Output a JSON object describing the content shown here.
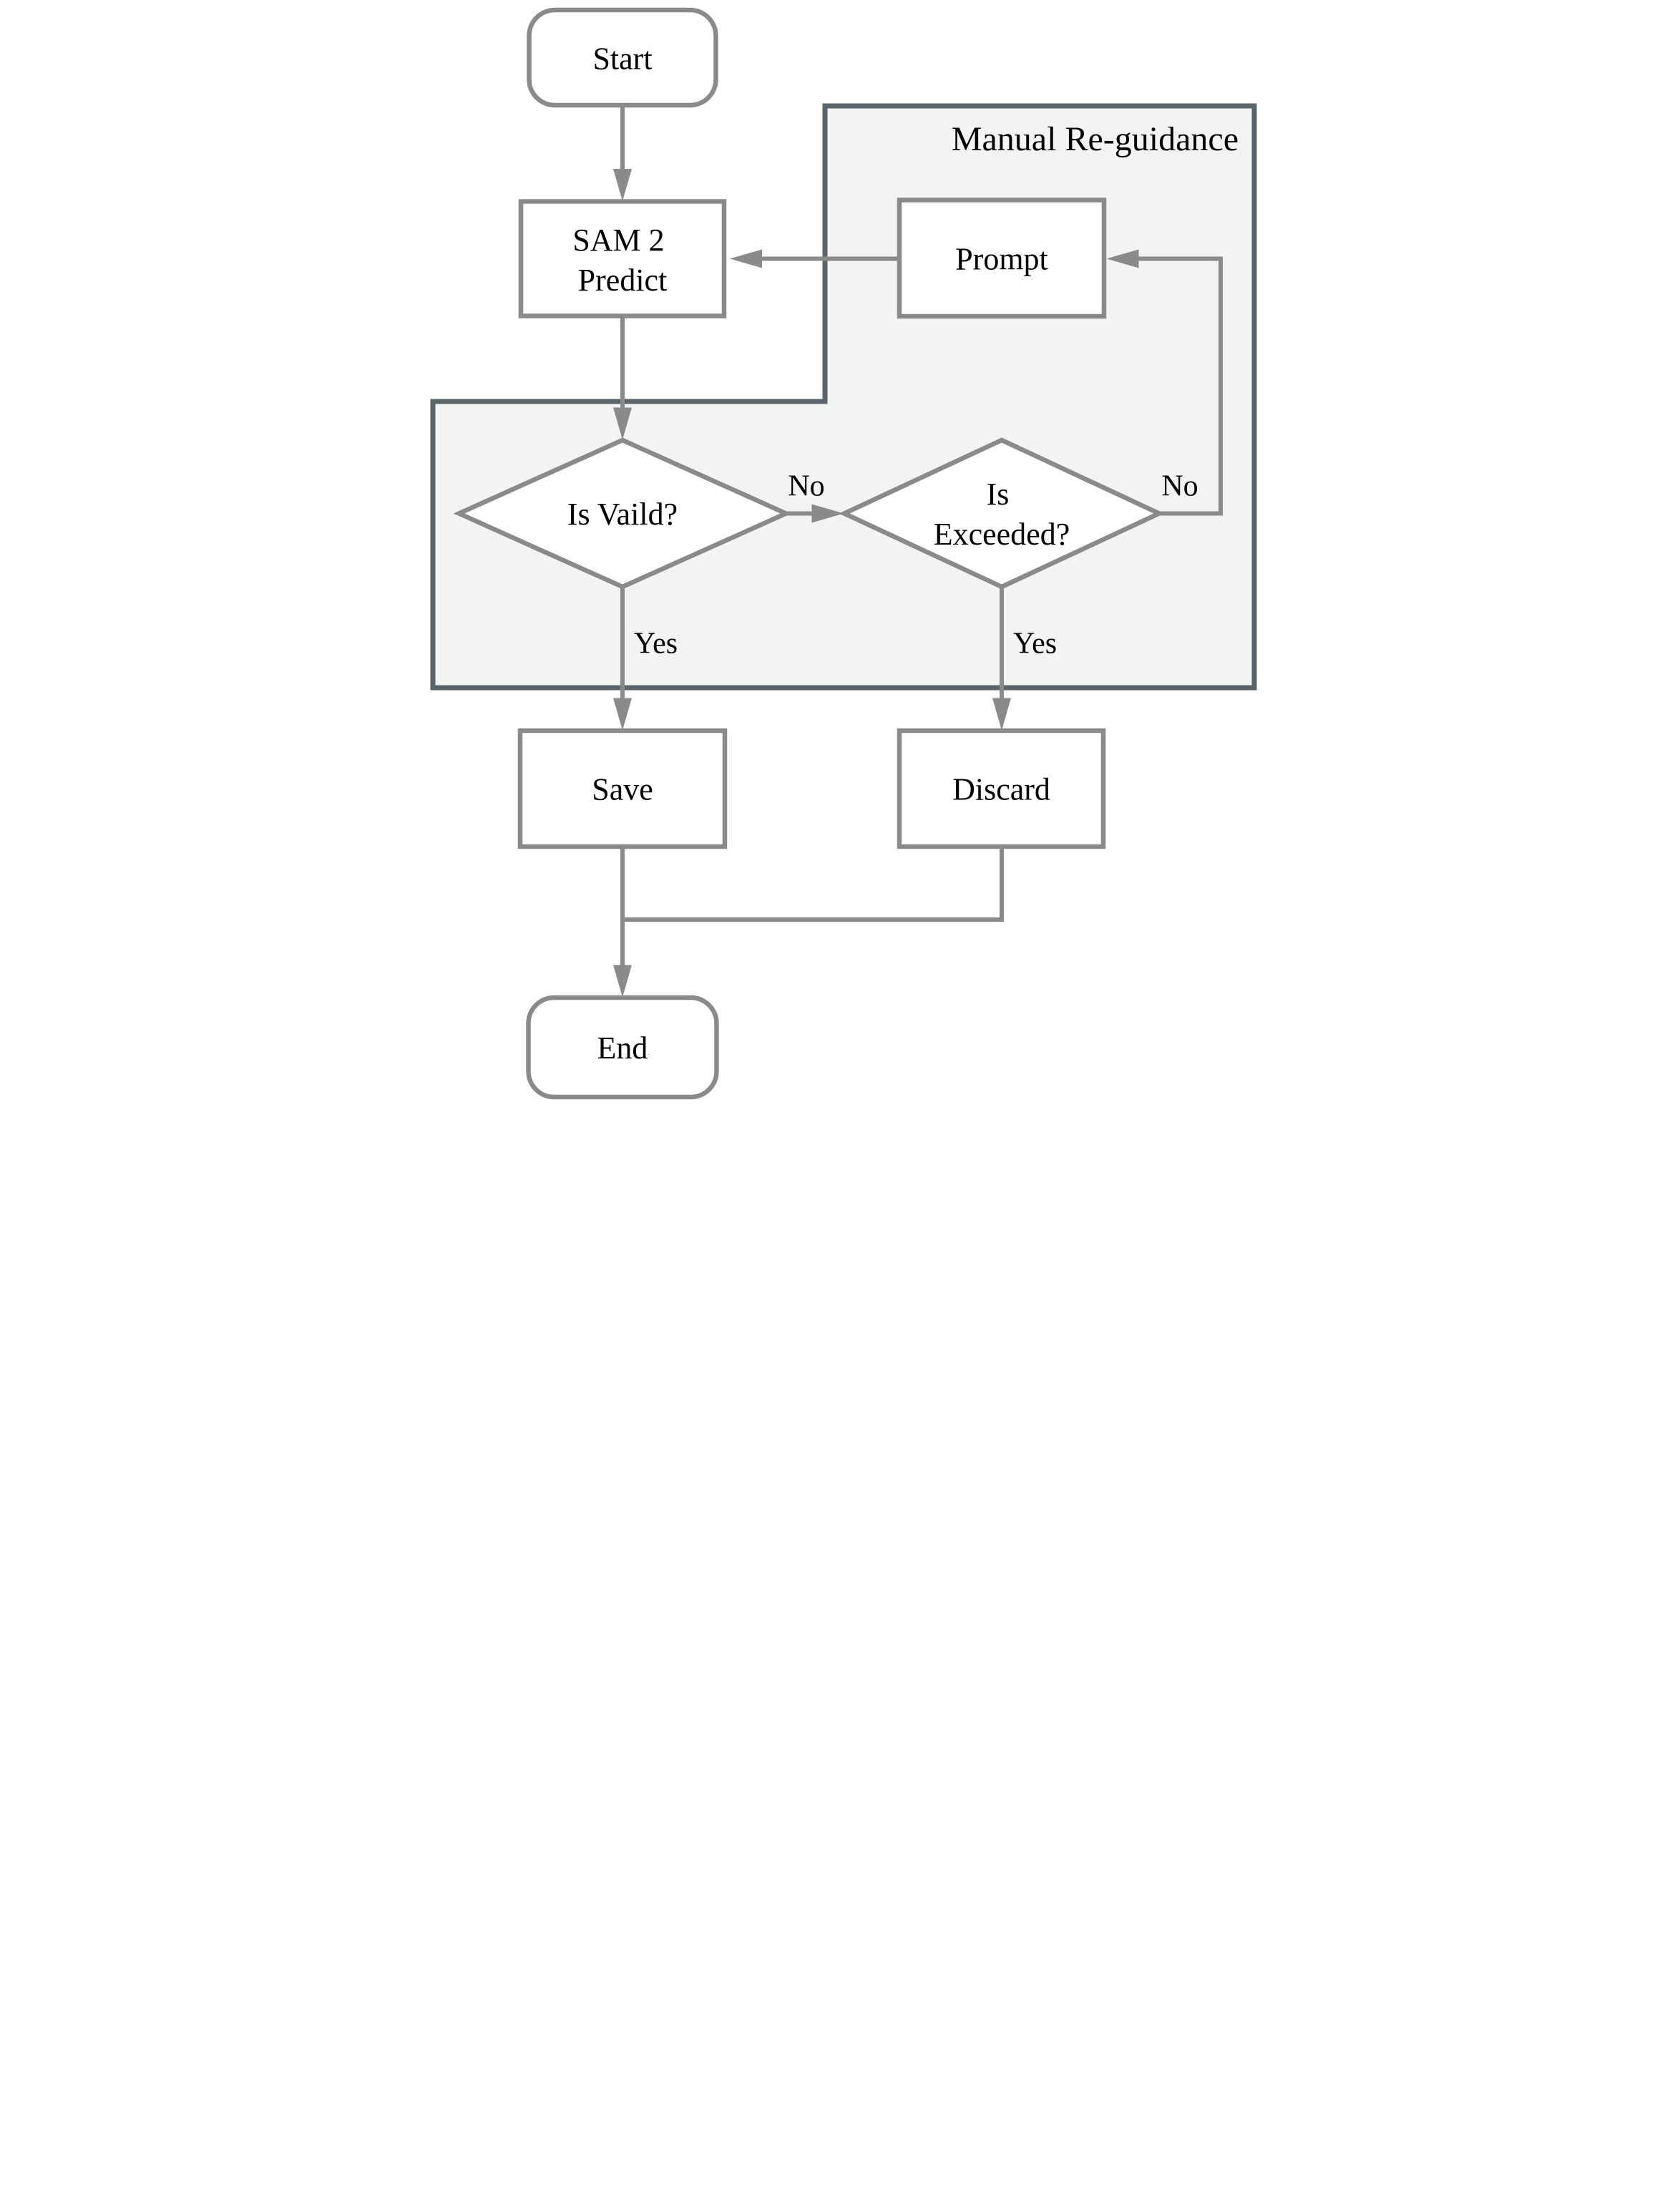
{
  "figure": {
    "type": "flowchart"
  },
  "colors": {
    "background": "#ffffff",
    "node_fill": "#ffffff",
    "node_border": "#8a8a8a",
    "region_fill": "#f2f3f3",
    "region_border": "#5b6468",
    "text_color": "#000000"
  },
  "region": {
    "label": "Manual Re-guidance"
  },
  "nodes": [
    {
      "id": "start",
      "type": "terminator",
      "label": "Start"
    },
    {
      "id": "sam2-predict",
      "type": "process",
      "label": "SAM 2 Predict",
      "lines": [
        "SAM 2",
        "Predict"
      ]
    },
    {
      "id": "prompt",
      "type": "process",
      "label": "Prompt"
    },
    {
      "id": "is-valid",
      "type": "decision",
      "label": "Is Vaild?"
    },
    {
      "id": "is-exceeded",
      "type": "decision",
      "label": "Is Exceeded?",
      "lines": [
        "Is",
        "Exceeded?"
      ]
    },
    {
      "id": "save",
      "type": "process",
      "label": "Save"
    },
    {
      "id": "discard",
      "type": "process",
      "label": "Discard"
    },
    {
      "id": "end",
      "type": "terminator",
      "label": "End"
    }
  ],
  "edges": [
    {
      "from": "Start",
      "to": "SAM 2 Predict",
      "label": ""
    },
    {
      "from": "SAM 2 Predict",
      "to": "Is Vaild?",
      "label": ""
    },
    {
      "from": "Is Vaild?",
      "to": "Is Exceeded?",
      "label": "No"
    },
    {
      "from": "Is Exceeded?",
      "to": "Prompt",
      "label": "No"
    },
    {
      "from": "Prompt",
      "to": "SAM 2 Predict",
      "label": ""
    },
    {
      "from": "Is Vaild?",
      "to": "Save",
      "label": "Yes"
    },
    {
      "from": "Is Exceeded?",
      "to": "Discard",
      "label": "Yes"
    },
    {
      "from": "Save",
      "to": "End",
      "label": ""
    },
    {
      "from": "Discard",
      "to": "End",
      "label": ""
    }
  ]
}
